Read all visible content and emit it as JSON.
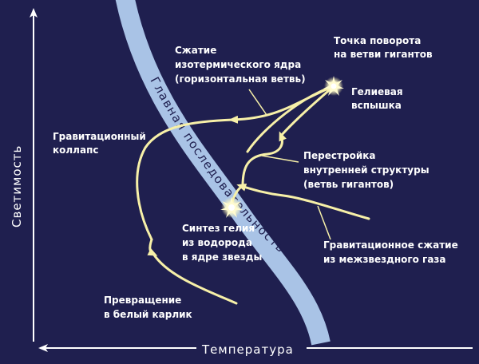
{
  "axes": {
    "y_label": "Светимость",
    "x_label": "Температура"
  },
  "main_sequence": {
    "label": "Главная последовательность"
  },
  "labels": {
    "turning_point": [
      "Точка поворота",
      "на ветви гигантов"
    ],
    "helium_flash": [
      "Гелиевая",
      "вспышка"
    ],
    "core_compression": [
      "Сжатие",
      "изотермического ядра",
      "(горизонтальная ветвь)"
    ],
    "grav_collapse": [
      "Гравитационный",
      "коллапс"
    ],
    "restructure": [
      "Перестройка",
      "внутренней структуры",
      "(ветвь гигантов)"
    ],
    "helium_synthesis": [
      "Синтез гелия",
      "из водорода",
      "в ядре звезды"
    ],
    "grav_contraction": [
      "Гравитационное сжатие",
      "из межзвездного газа"
    ],
    "white_dwarf": [
      "Превращение",
      "в белый карлик"
    ]
  },
  "colors": {
    "background": "#1f1f4f",
    "main_sequence_band": "#a9c3e6",
    "track": "#f7f0a8",
    "axis": "#ffffff",
    "text": "#ffffff"
  }
}
